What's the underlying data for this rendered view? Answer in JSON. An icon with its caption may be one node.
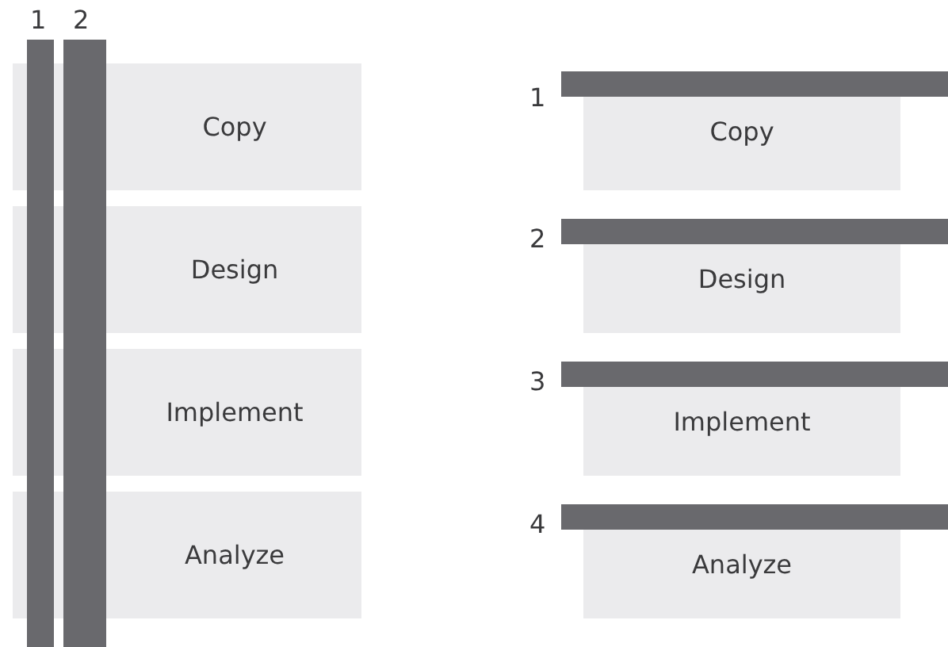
{
  "diagram": {
    "nodes": [
      {
        "text": [
          "Copy"
        ]
      },
      {
        "text": [
          "Design"
        ]
      },
      {
        "text": [
          "Implement"
        ]
      },
      {
        "text": [
          "Analyze"
        ]
      },
      {
        "text": [],
        "shape": "bar",
        "beside": [
          "1"
        ]
      },
      {
        "text": [],
        "shape": "bar",
        "beside": [
          "2"
        ]
      },
      {
        "text": [],
        "shape": "bar",
        "beside": [
          "1"
        ]
      },
      {
        "text": [
          "Copy"
        ]
      },
      {
        "text": [],
        "shape": "bar",
        "beside": [
          "2"
        ]
      },
      {
        "text": [
          "Design"
        ]
      },
      {
        "text": [],
        "shape": "bar",
        "beside": [
          "3"
        ]
      },
      {
        "text": [
          "Implement"
        ]
      },
      {
        "text": [],
        "shape": "bar",
        "beside": [
          "4"
        ]
      },
      {
        "text": [
          "Analyze"
        ]
      }
    ]
  }
}
